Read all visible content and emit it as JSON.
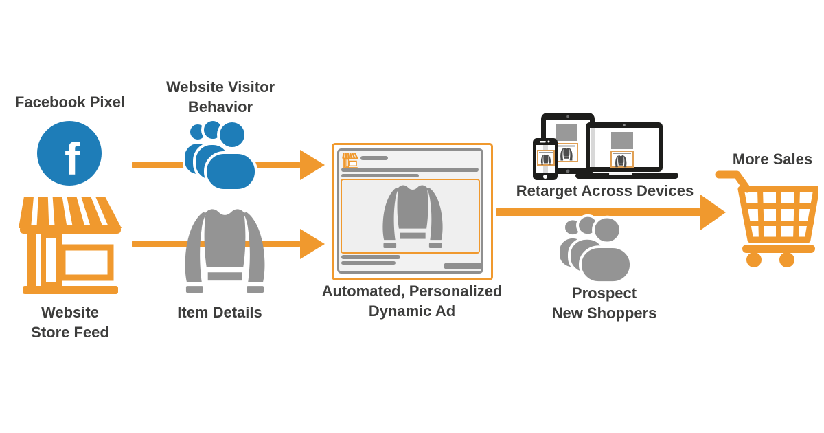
{
  "colors": {
    "orange": "#F0992E",
    "blue": "#1E7DB8",
    "icon_gray": "#949494",
    "ad_gray": "#8F8F8F",
    "text": "#3D3D3C",
    "device_black": "#1D1D1B"
  },
  "nodes": {
    "facebook_pixel": {
      "label": "Facebook Pixel",
      "logo_letter": "f",
      "icon": "facebook-icon"
    },
    "store_feed": {
      "line1": "Website",
      "line2": "Store Feed",
      "icon": "storefront-icon"
    },
    "visitor_behavior": {
      "line1": "Website Visitor",
      "line2": "Behavior",
      "icon": "visitors-group-icon"
    },
    "item_details": {
      "label": "Item Details",
      "icon": "sweater-icon"
    },
    "dynamic_ad": {
      "line1": "Automated, Personalized",
      "line2": "Dynamic Ad",
      "icon": "dynamic-ad-mockup"
    },
    "retarget": {
      "label": "Retarget Across Devices",
      "icon": "devices-icon"
    },
    "prospect": {
      "line1": "Prospect",
      "line2": "New Shoppers",
      "icon": "shoppers-group-icon"
    },
    "more_sales": {
      "label": "More Sales",
      "icon": "shopping-cart-icon"
    }
  }
}
